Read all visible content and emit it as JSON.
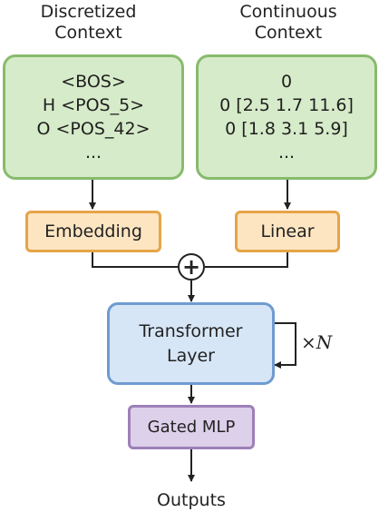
{
  "headers": {
    "discretized": [
      "Discretized",
      "Context"
    ],
    "continuous": [
      "Continuous",
      "Context"
    ]
  },
  "discretized_lines": [
    "<BOS>",
    "H <POS_5>",
    "O <POS_42>",
    "..."
  ],
  "continuous_lines": [
    "0",
    "0 [2.5 1.7 11.6]",
    "0 [1.8 3.1 5.9]",
    "..."
  ],
  "embedding_label": "Embedding",
  "linear_label": "Linear",
  "plus_symbol": "+",
  "transformer_lines": [
    "Transformer",
    "Layer"
  ],
  "repeat": {
    "times": "×",
    "n": "N"
  },
  "gated_mlp_label": "Gated MLP",
  "outputs_label": "Outputs",
  "colors": {
    "green_fill": "#d6ebc9",
    "green_border": "#88bb6d",
    "orange_fill": "#fde5c2",
    "orange_border": "#e6a447",
    "blue_fill": "#d7e6f7",
    "blue_border": "#6f9bd0",
    "purple_fill": "#ddd0ea",
    "purple_border": "#9d80b8"
  }
}
